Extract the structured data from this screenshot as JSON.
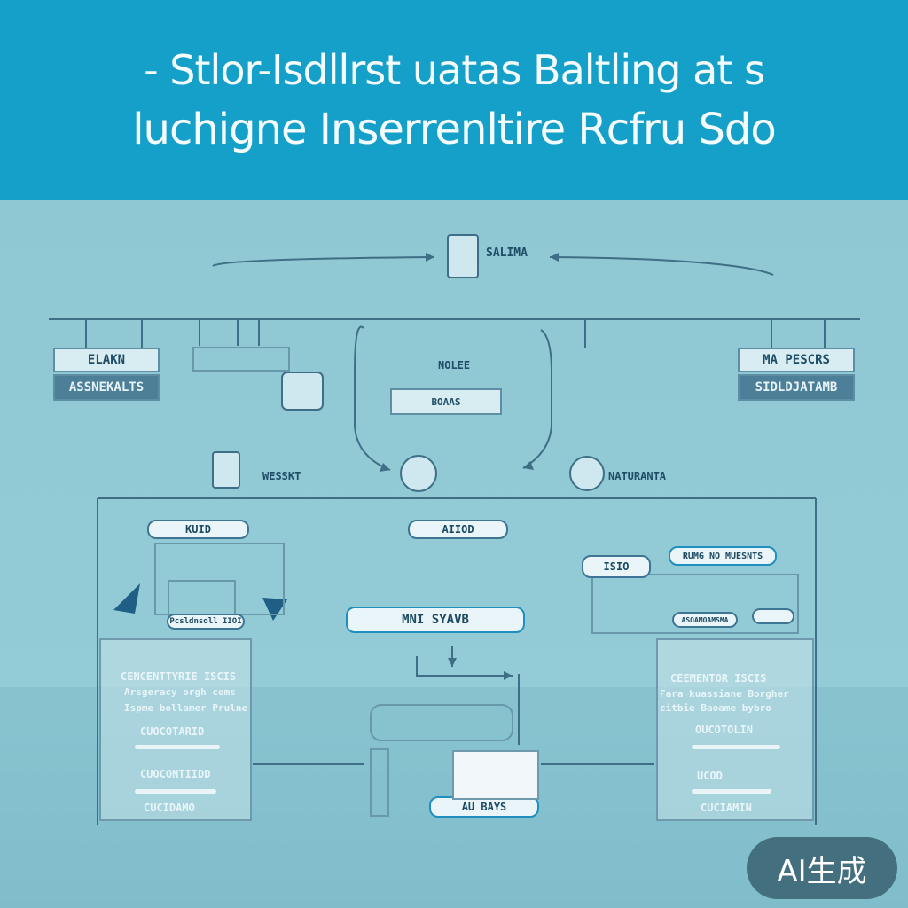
{
  "header": {
    "line1": "- Stlor-Isdllrst uatas Baltling at s",
    "line2": "luchigne Inserrenltire Rcfru Sdo"
  },
  "top_node": {
    "label": "SALIMA"
  },
  "left_box": {
    "top": "ELAKN",
    "bottom": "ASSNEKALTS"
  },
  "right_box": {
    "top": "MA PESCRS",
    "bottom": "SIDLDJATAMB"
  },
  "center_box": {
    "top": "NOLEE",
    "bottom": "BOAAS"
  },
  "mid_labels": {
    "left": "WESSKT",
    "right": "NATURANTA"
  },
  "pills": {
    "left_top": "KUID",
    "center_top": "AIIOD",
    "right_field": "RUMG NO MUESNTS",
    "right_small": "ISIO",
    "center_main": "MNI SYAVB",
    "right_low": "ASOAMOAMSMA",
    "left_caption": "Pcsldnsoll IIOI",
    "bottom_center": "AU BAYS"
  },
  "left_panel": {
    "text1": "CENCENTTYRIE ISCIS",
    "text2": "Arsgeracy orgh coms",
    "text3": "Ispme bollamer Prulne",
    "item1": "CUOCOTARID",
    "item2": "CUOCONTIIDD",
    "item3": "CUCIDAMO"
  },
  "right_panel": {
    "text1": "CEEMENTOR ISCIS",
    "text2": "Fara kuassiane Borgher",
    "text3": "citbie Baoame bybro",
    "item1": "OUCOTOLIN",
    "item2": "UCOD",
    "item3": "CUCIAMIN"
  },
  "badge": "AI生成"
}
